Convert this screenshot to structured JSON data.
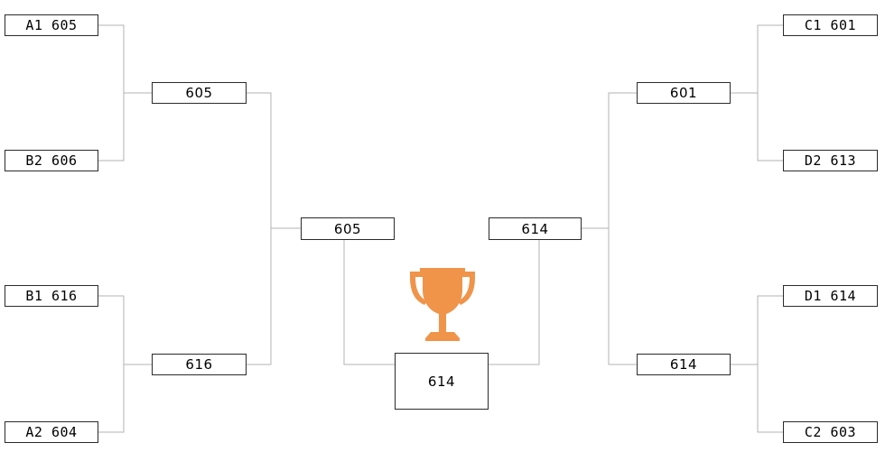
{
  "bracket": {
    "left": {
      "teams": [
        {
          "label": "A1 605"
        },
        {
          "label": "B2 606"
        },
        {
          "label": "B1 616"
        },
        {
          "label": "A2 604"
        }
      ],
      "round2": [
        {
          "label": "605"
        },
        {
          "label": "616"
        }
      ],
      "semi": {
        "label": "605"
      }
    },
    "right": {
      "teams": [
        {
          "label": "C1 601"
        },
        {
          "label": "D2 613"
        },
        {
          "label": "D1 614"
        },
        {
          "label": "C2 603"
        }
      ],
      "round2": [
        {
          "label": "601"
        },
        {
          "label": "614"
        }
      ],
      "semi": {
        "label": "614"
      }
    },
    "final": {
      "label": "614"
    }
  },
  "colors": {
    "line": "#b3b3b3",
    "border": "#2b2b2b",
    "trophy": "#f0944a"
  },
  "icons": {
    "champion": "trophy-icon"
  }
}
